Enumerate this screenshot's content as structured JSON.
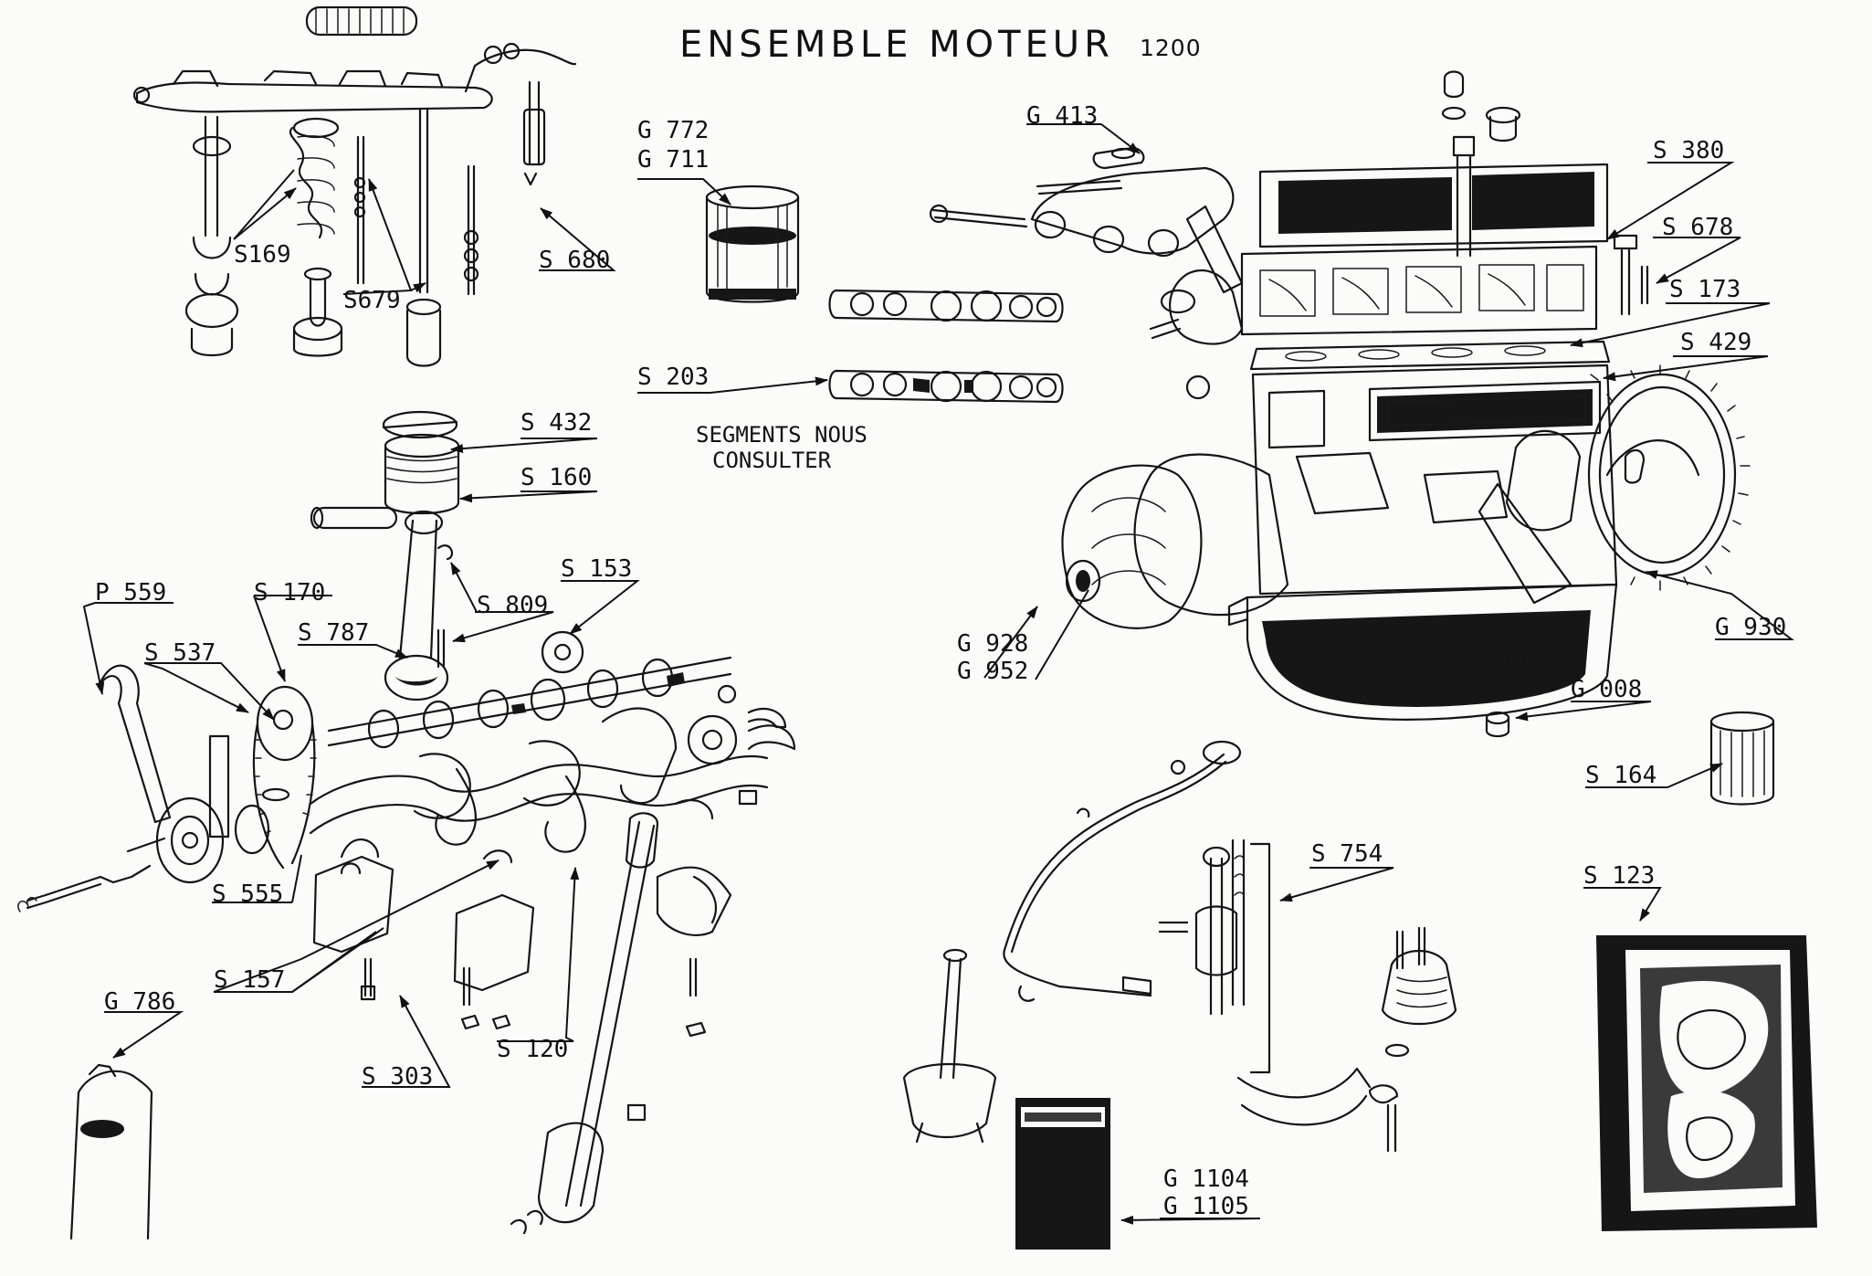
{
  "title": "ENSEMBLE MOTEUR",
  "model": "1200",
  "note": {
    "line1": "SEGMENTS NOUS",
    "line2": "CONSULTER"
  },
  "labels": {
    "g772": "G 772",
    "g711": "G 711",
    "g413": "G 413",
    "s380": "S 380",
    "s678": "S 678",
    "s173": "S 173",
    "s429": "S 429",
    "s169": "S169",
    "s679": "S679",
    "s680": "S 680",
    "s203": "S 203",
    "s432": "S 432",
    "s160": "S 160",
    "s153": "S 153",
    "s809": "S 809",
    "p559": "P 559",
    "s170": "S 170",
    "s787": "S 787",
    "s537": "S 537",
    "g928": "G 928",
    "g952": "G 952",
    "g930": "G 930",
    "g008": "G 008",
    "s164": "S 164",
    "s754": "S 754",
    "s123": "S 123",
    "s555": "S 555",
    "s157": "S 157",
    "s120": "S 120",
    "s303": "S 303",
    "g786": "G 786",
    "g1104": "G 1104",
    "g1105": "G 1105"
  }
}
